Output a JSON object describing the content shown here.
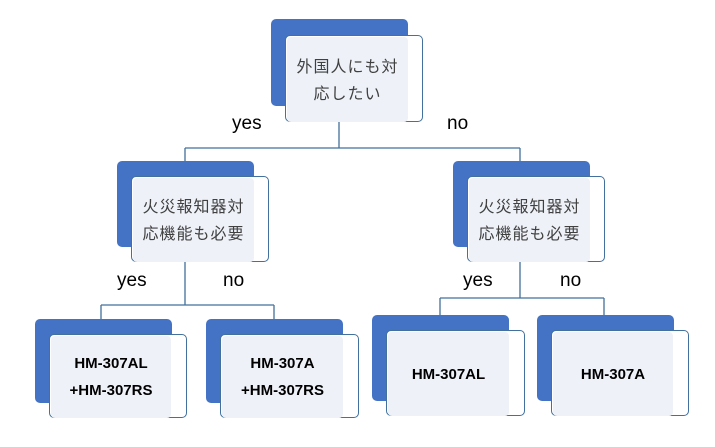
{
  "colors": {
    "node_fill": "#4472c4",
    "card_border": "#41719c",
    "inner_fill": "#eef1f8",
    "connector": "#41719c"
  },
  "root": {
    "lines": [
      "外国人にも対",
      "応したい"
    ]
  },
  "branch_labels": {
    "root_yes": "yes",
    "root_no": "no",
    "left_yes": "yes",
    "left_no": "no",
    "right_yes": "yes",
    "right_no": "no"
  },
  "left_question": {
    "lines": [
      "火災報知器対",
      "応機能も必要"
    ]
  },
  "right_question": {
    "lines": [
      "火災報知器対",
      "応機能も必要"
    ]
  },
  "leaves": {
    "left_yes": {
      "lines": [
        "HM-307AL",
        "+HM-307RS"
      ]
    },
    "left_no": {
      "lines": [
        "HM-307A",
        "+HM-307RS"
      ]
    },
    "right_yes": {
      "lines": [
        "HM-307AL"
      ]
    },
    "right_no": {
      "lines": [
        "HM-307A"
      ]
    }
  }
}
